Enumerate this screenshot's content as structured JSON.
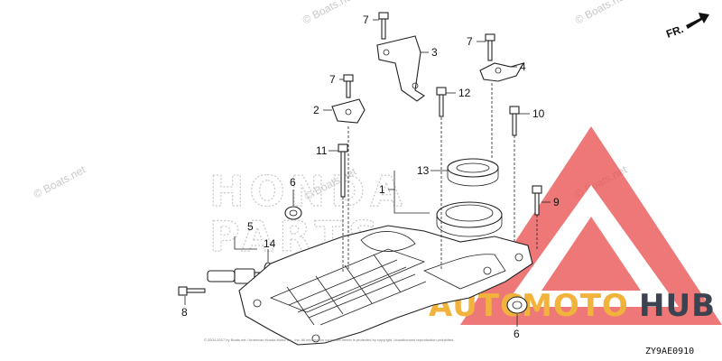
{
  "watermarks": [
    "© Boats.net",
    "© Boats.net",
    "© Boats.net",
    "© Boats.net",
    "© Boats.net"
  ],
  "ghost_text": [
    "HONDA",
    "PARTS"
  ],
  "direction_label": "FR.",
  "callouts": [
    "7",
    "3",
    "7",
    "4",
    "7",
    "2",
    "12",
    "10",
    "11",
    "13",
    "6",
    "9",
    "5",
    "14",
    "8",
    "6",
    "1"
  ],
  "logo_text": {
    "part1": "AUTO",
    "part2": "MOTO",
    "part3": "HUB"
  },
  "colors": {
    "logo_red": "#e84a4a",
    "logo_orange": "#f2b33d",
    "logo_dark": "#3b4350"
  },
  "diagram_code": "ZY9AE0910",
  "copyright_line": "© 2004-2017 by Boats.net / American Honda Motor Co., Inc. All information contained herein is protected by copyright. Unauthorized reproduction prohibited."
}
